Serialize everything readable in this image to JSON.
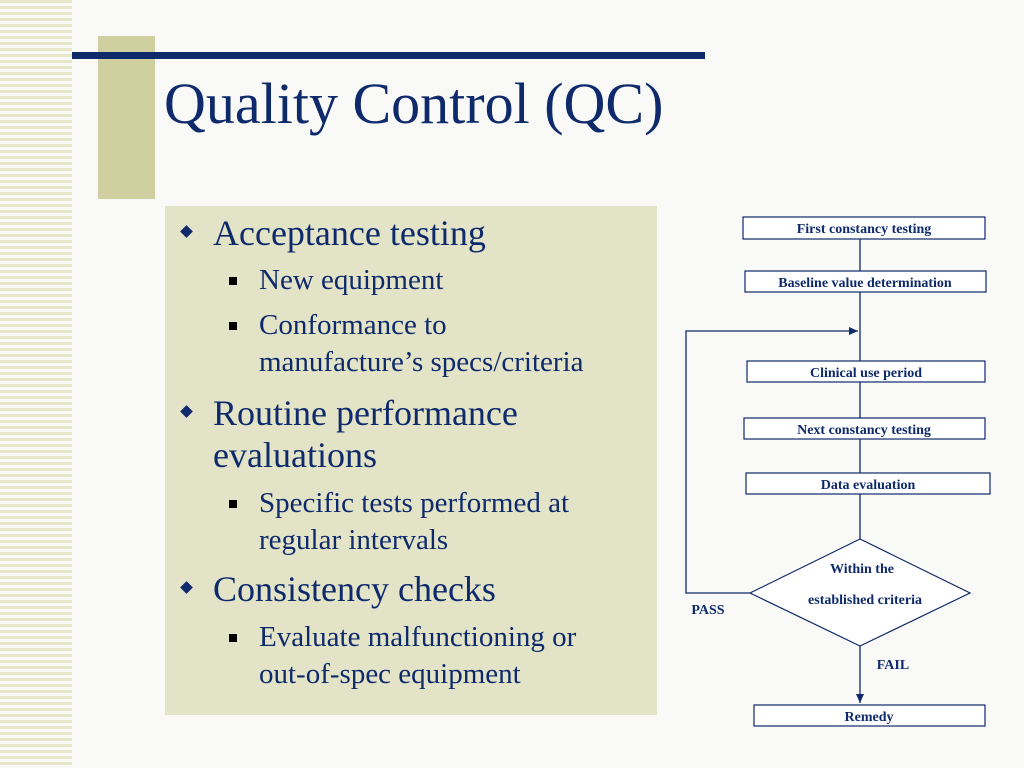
{
  "slide": {
    "title": "Quality Control (QC)",
    "bullets": [
      {
        "text": "Acceptance testing",
        "sub": [
          {
            "lines": [
              "New equipment"
            ]
          },
          {
            "lines": [
              "Conformance to",
              "manufacture’s specs/criteria"
            ]
          }
        ]
      },
      {
        "lines": [
          "Routine performance",
          "evaluations"
        ],
        "sub": [
          {
            "lines": [
              "Specific tests performed at",
              "regular intervals"
            ]
          }
        ]
      },
      {
        "text": "Consistency checks",
        "sub": [
          {
            "lines": [
              "Evaluate malfunctioning or",
              "out-of-spec equipment"
            ]
          }
        ]
      }
    ]
  },
  "flowchart": {
    "steps": [
      "First constancy testing",
      "Baseline value determination",
      "Clinical  use period",
      "Next constancy testing",
      "Data evaluation"
    ],
    "decision": [
      "Within the",
      "established criteria"
    ],
    "pass_label": "PASS",
    "fail_label": "FAIL",
    "remedy": "Remedy"
  },
  "colors": {
    "title": "#0e2a6b",
    "panel": "#e3e3c8",
    "accent": "#cfcf9f",
    "stripes": "#e6e8c8"
  }
}
